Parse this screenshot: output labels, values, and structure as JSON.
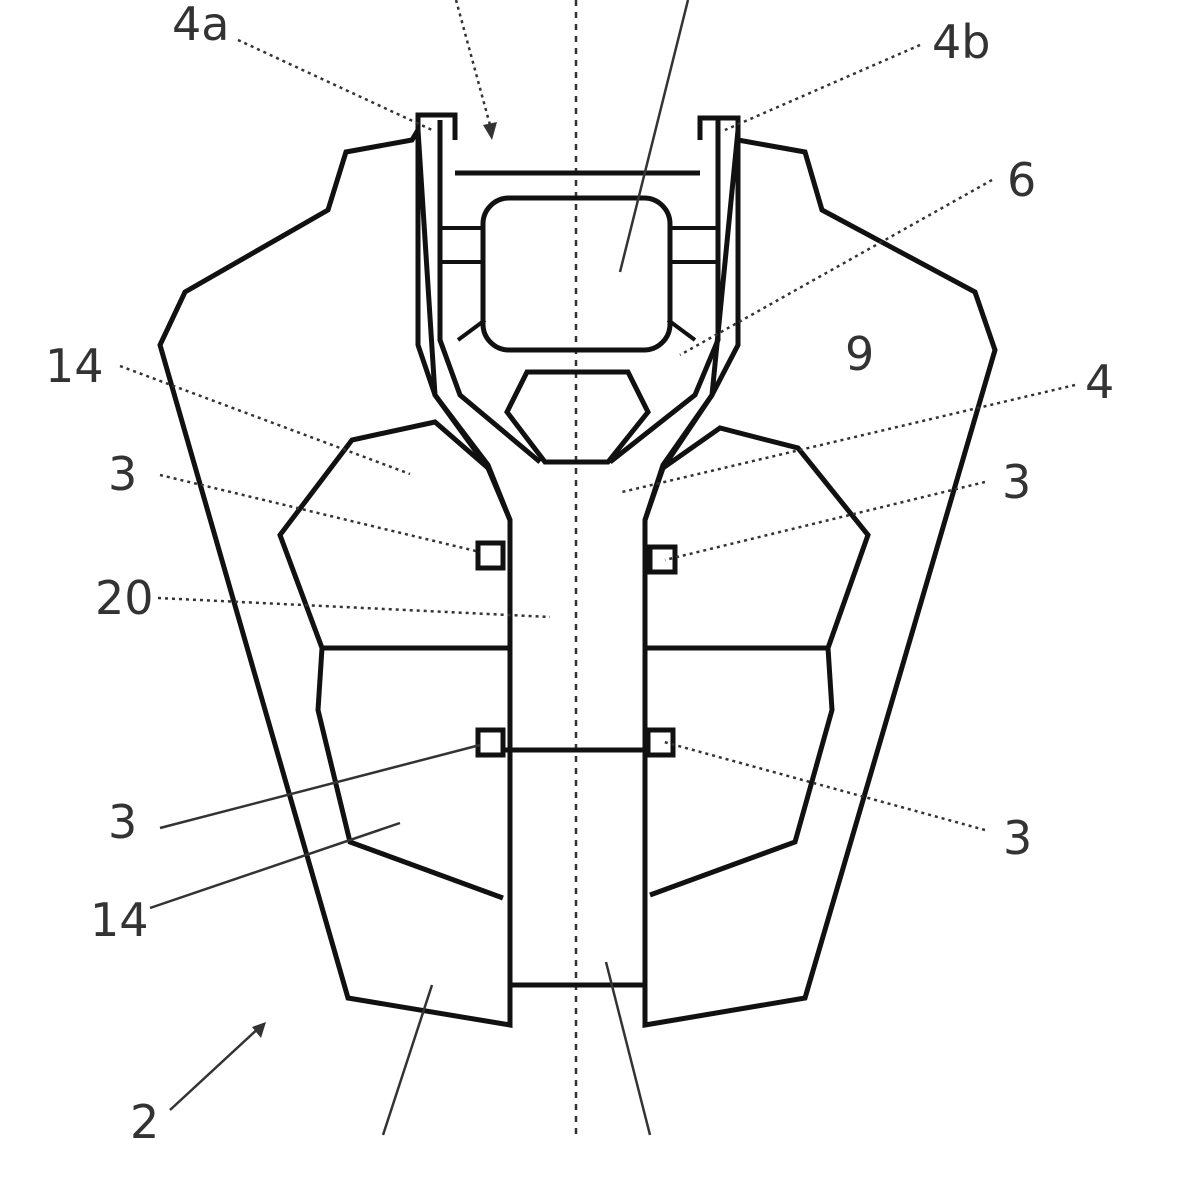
{
  "figure": {
    "labels": {
      "ref_4a": "4a",
      "ref_4b": "4b",
      "ref_6": "6",
      "ref_9": "9",
      "ref_14_upper": "14",
      "ref_4": "4",
      "ref_3_upper_left": "3",
      "ref_3_upper_right": "3",
      "ref_20": "20",
      "ref_3_lower_left": "3",
      "ref_3_lower_right": "3",
      "ref_14_lower": "14",
      "ref_2": "2"
    },
    "colors": {
      "line": "#111111",
      "leader": "#333333",
      "background": "#ffffff"
    }
  }
}
